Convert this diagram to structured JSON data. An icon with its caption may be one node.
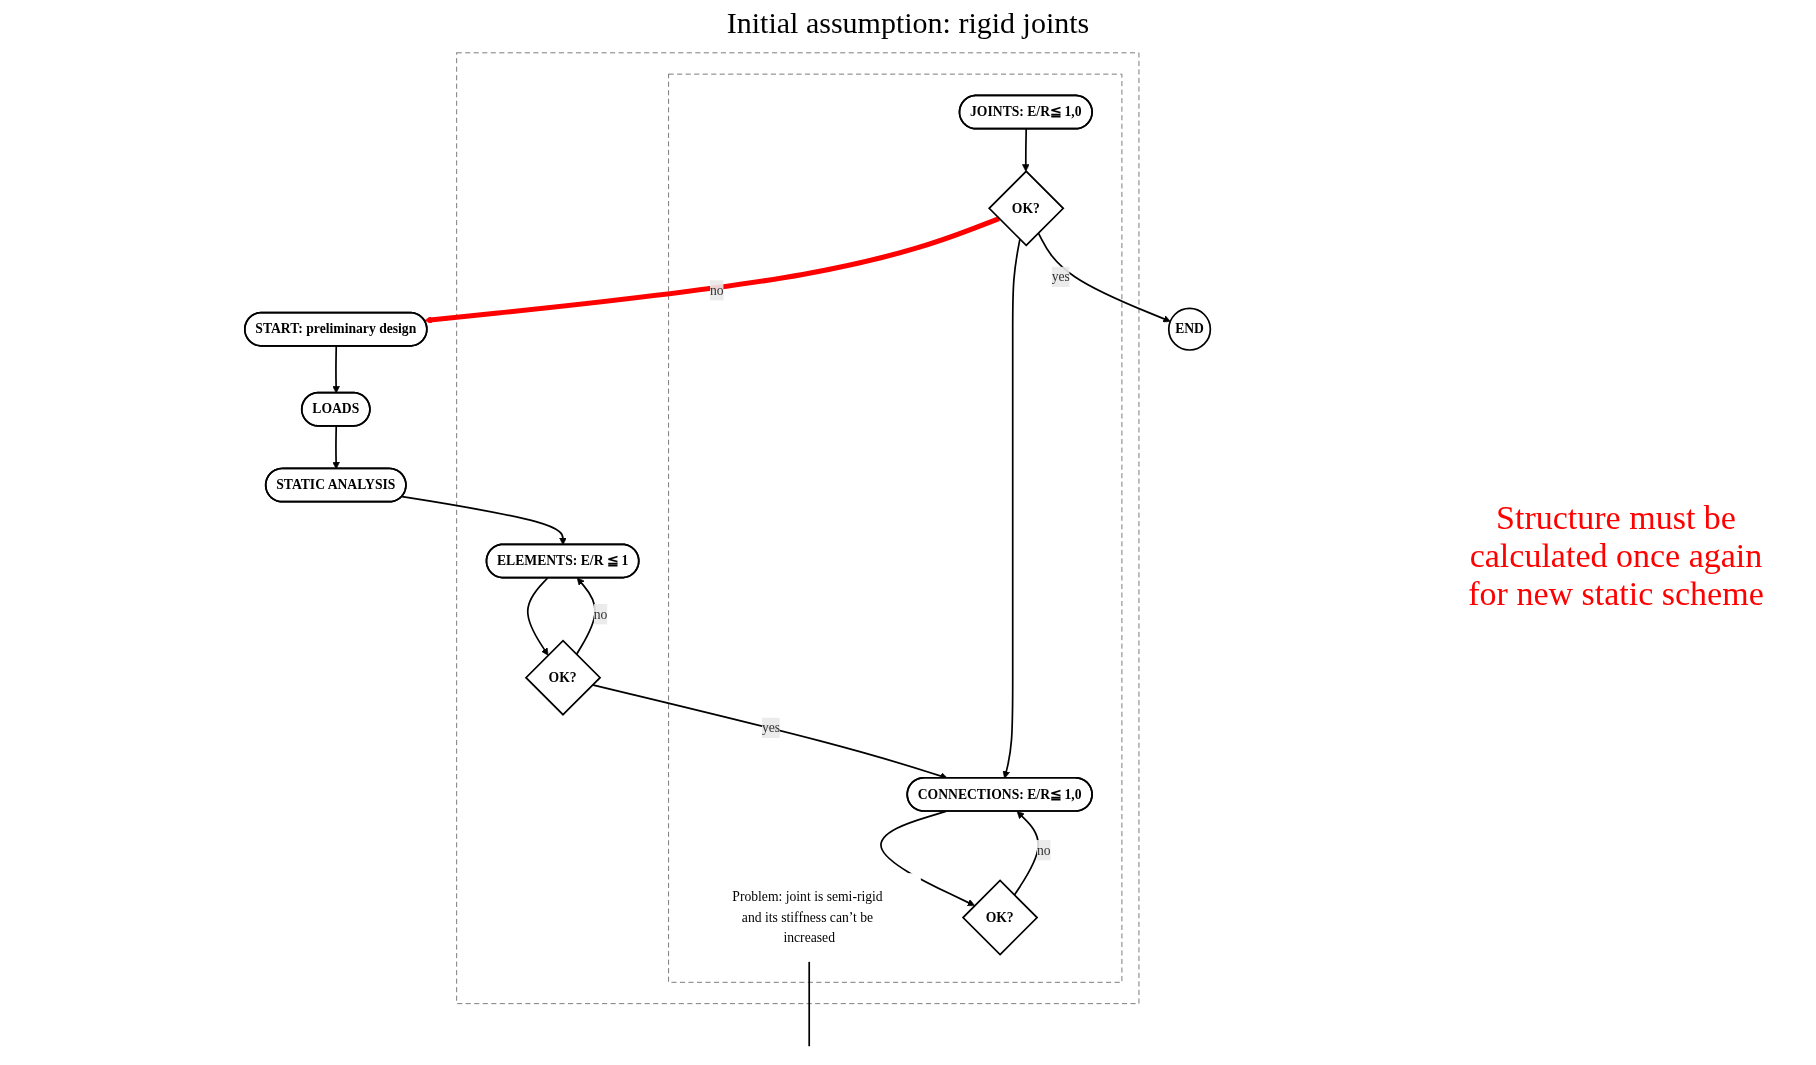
{
  "diagram": {
    "nodes": [
      {
        "text": [
          "START: preliminary design"
        ]
      },
      {
        "text": [],
        "shape": "box"
      },
      {
        "text": [],
        "shape": "box",
        "in": 1
      },
      {
        "text": [
          "JOINTS: E/R≦ 1,0"
        ],
        "in": 2
      },
      {
        "text": [
          "OK?"
        ],
        "in": 2
      },
      {
        "text": [
          "END"
        ]
      },
      {
        "text": [
          "Problem: joint is semi-rigid and its stiffness can’t be increased"
        ],
        "in": 2
      },
      {
        "text": [
          "LOADS"
        ]
      },
      {
        "text": [
          "OK?"
        ],
        "in": 2
      },
      {
        "text": [
          "STATIC ANALYSIS"
        ]
      },
      {
        "text": [
          "CONNECTIONS: E/R≦ 1,0"
        ],
        "in": 2
      },
      {
        "text": [
          "ELEMENTS: E/R ≦ 1"
        ],
        "in": 1
      },
      {
        "text": [
          "OK?"
        ],
        "in": 1
      }
    ],
    "edges": [
      {
        "from": 0,
        "to": 7,
        "arrow": "to"
      },
      {
        "from": 7,
        "to": 9,
        "arrow": "to"
      },
      {
        "from": 9,
        "to": 11,
        "arrow": "to"
      },
      {
        "from": 11,
        "to": 12,
        "arrow": "to"
      },
      {
        "from": 12,
        "to": 10,
        "arrow": "to",
        "label": "yes"
      },
      {
        "from": 10,
        "to": 8,
        "arrow": "to"
      },
      {
        "from": 8,
        "to": 10,
        "arrow": "to",
        "label": "no"
      },
      {
        "from": 3,
        "to": 4,
        "arrow": "to"
      },
      {
        "from": 4,
        "to": 5,
        "arrow": "to",
        "label": "yes"
      },
      {
        "from": 4,
        "to": 10,
        "arrow": "to"
      },
      {
        "from": 4,
        "to": 0,
        "arrow": "to",
        "label": "no",
        "style": "thick",
        "color": "#ff0000"
      },
      {
        "from": 12,
        "to": 11,
        "arrow": "to",
        "label": "no"
      },
      {
        "from": 6,
        "to": null,
        "arrow": "none"
      }
    ],
    "labels": [
      "Initial assumption: rigid joints",
      "Structure must be calculated once again for new static scheme"
    ]
  }
}
